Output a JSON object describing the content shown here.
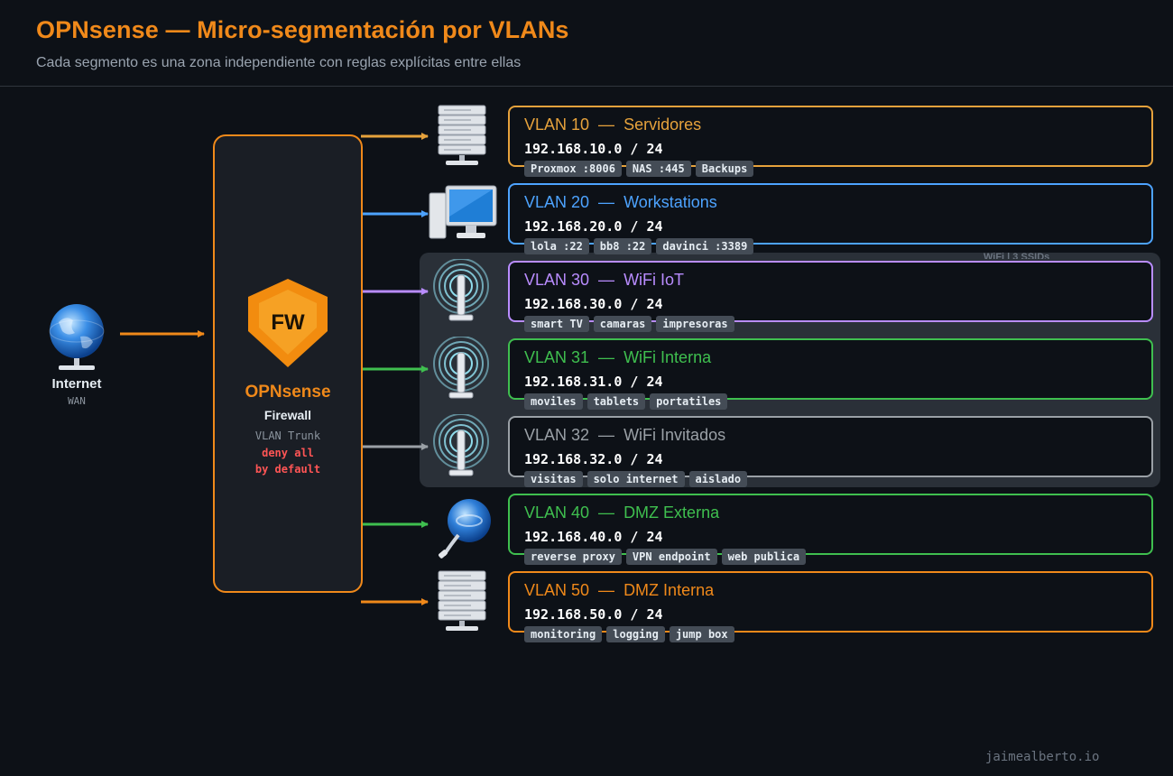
{
  "header": {
    "title": "OPNsense — Micro-segmentación por VLANs",
    "subtitle": "Cada segmento es una zona independiente con reglas explícitas entre ellas"
  },
  "internet": {
    "label": "Internet",
    "sublabel": "WAN",
    "icon": "globe-icon"
  },
  "firewall": {
    "badge": "FW",
    "name": "OPNsense",
    "role": "Firewall",
    "trunk": "VLAN Trunk",
    "policy_line1": "deny all",
    "policy_line2": "by default",
    "color": "#f0891a"
  },
  "wifi_group": {
    "label": "WiFi | 3 SSIDs"
  },
  "vlans": [
    {
      "id": "VLAN 10",
      "name": "Servidores",
      "subnet": "192.168.10.0 / 24",
      "color": "#e6a23c",
      "icon": "server-rack-icon",
      "tags": [
        "Proxmox :8006",
        "NAS :445",
        "Backups"
      ]
    },
    {
      "id": "VLAN 20",
      "name": "Workstations",
      "subnet": "192.168.20.0 / 24",
      "color": "#4da3ff",
      "icon": "workstation-icon",
      "tags": [
        "lola :22",
        "bb8 :22",
        "davinci :3389"
      ]
    },
    {
      "id": "VLAN 30",
      "name": "WiFi IoT",
      "subnet": "192.168.30.0 / 24",
      "color": "#b98cff",
      "icon": "wifi-antenna-icon",
      "tags": [
        "smart TV",
        "camaras",
        "impresoras"
      ]
    },
    {
      "id": "VLAN 31",
      "name": "WiFi Interna",
      "subnet": "192.168.31.0 / 24",
      "color": "#3fbf4f",
      "icon": "wifi-antenna-icon",
      "tags": [
        "moviles",
        "tablets",
        "portatiles"
      ]
    },
    {
      "id": "VLAN 32",
      "name": "WiFi Invitados",
      "subnet": "192.168.32.0 / 24",
      "color": "#9aa0a6",
      "icon": "wifi-antenna-icon",
      "tags": [
        "visitas",
        "solo internet",
        "aislado"
      ]
    },
    {
      "id": "VLAN 40",
      "name": "DMZ Externa",
      "subnet": "192.168.40.0 / 24",
      "color": "#3fbf4f",
      "icon": "network-globe-icon",
      "tags": [
        "reverse proxy",
        "VPN endpoint",
        "web publica"
      ]
    },
    {
      "id": "VLAN 50",
      "name": "DMZ Interna",
      "subnet": "192.168.50.0 / 24",
      "color": "#f0891a",
      "icon": "server-rack-icon",
      "tags": [
        "monitoring",
        "logging",
        "jump box"
      ]
    }
  ],
  "footer": {
    "credit": "jaimealberto.io"
  }
}
